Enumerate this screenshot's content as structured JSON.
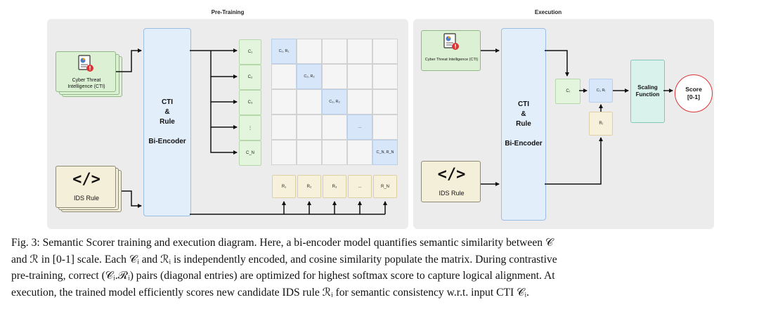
{
  "pretraining": {
    "title": "Pre-Training",
    "cti_label": "Cyber Threat Intelligence (CTI)",
    "ids_label": "IDS Rule",
    "ids_glyph": "</>",
    "encoder_line1": "CTI",
    "encoder_line2": "&",
    "encoder_line3": "Rule",
    "encoder_line4": "Bi-Encoder",
    "c_labels": [
      "C₁",
      "C₂",
      "C₃",
      "⋮",
      "C_N"
    ],
    "diag_labels": [
      "C₁, R₁",
      "C₂, R₂",
      "C₃, R₃",
      "...",
      "C_N, R_N"
    ],
    "r_labels": [
      "R₁",
      "R₂",
      "R₃",
      "...",
      "R_N"
    ]
  },
  "execution": {
    "title": "Execution",
    "cti_label": "Cyber Threat Intelligence (CTI)",
    "ids_label": "IDS Rule",
    "ids_glyph": "</>",
    "encoder_line1": "CTI",
    "encoder_line2": "&",
    "encoder_line3": "Rule",
    "encoder_line4": "Bi-Encoder",
    "ci_label": "Cᵢ",
    "ciri_label": "Cᵢ, Rᵢ",
    "ri_label": "Rᵢ",
    "scaling_line1": "Scaling",
    "scaling_line2": "Function",
    "score_line1": "Score",
    "score_line2": "[0-1]"
  },
  "caption": {
    "line1": "Fig. 3: Semantic Scorer training and execution diagram. Here, a bi-encoder model quantifies semantic similarity between 𝒞",
    "line2": "and ℛ in [0-1] scale. Each 𝒞ᵢ and ℛᵢ is independently encoded, and cosine similarity populate the matrix. During contrastive",
    "line3": "pre-training, correct (𝒞ᵢ.ℛᵢ) pairs (diagonal entries) are optimized for highest softmax score to capture logical alignment. At",
    "line4": "execution, the trained model efficiently scores new candidate IDS rule ℛᵢ for semantic consistency w.r.t. input CTI 𝒞ᵢ."
  },
  "colors": {
    "cti_green": "#dcf1d4",
    "ids_beige": "#f4efd9",
    "encoder_blue": "#e3eefb",
    "diag_blue": "#d7e6f9",
    "scaling_teal": "#d9f3ec",
    "score_red": "#dd3333"
  }
}
